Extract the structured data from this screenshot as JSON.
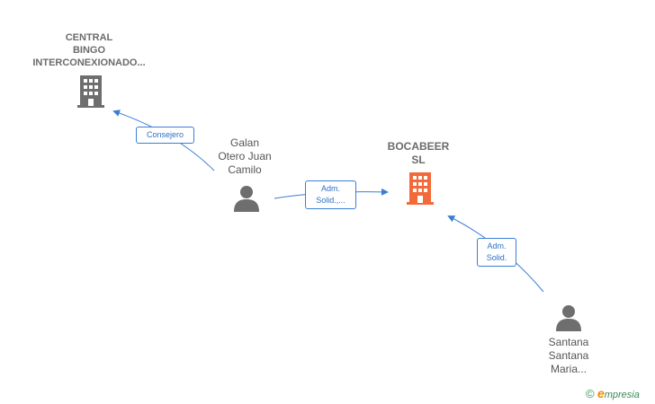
{
  "companies": [
    {
      "id": "central",
      "lines": [
        "CENTRAL",
        "BINGO",
        "INTERCONEXIONADO..."
      ],
      "icon": "building-icon",
      "color": "#6e6e6e"
    },
    {
      "id": "bocabeer",
      "lines": [
        "BOCABEER",
        "SL"
      ],
      "icon": "building-icon",
      "color": "#f26a3a"
    }
  ],
  "persons": [
    {
      "id": "galan",
      "lines": [
        "Galan",
        "Otero Juan",
        "Camilo"
      ],
      "icon": "person-icon",
      "color": "#6e6e6e"
    },
    {
      "id": "santana",
      "lines": [
        "Santana",
        "Santana",
        "Maria..."
      ],
      "icon": "person-icon",
      "color": "#6e6e6e"
    }
  ],
  "relations": [
    {
      "from": "galan",
      "to": "central",
      "lines": [
        "Consejero"
      ]
    },
    {
      "from": "galan",
      "to": "bocabeer",
      "lines": [
        "Adm.",
        "Solid.,..."
      ]
    },
    {
      "from": "santana",
      "to": "bocabeer",
      "lines": [
        "Adm.",
        "Solid."
      ]
    }
  ],
  "edge_color": "#3a7fd4",
  "brand": {
    "copyright": "©",
    "initial": "e",
    "rest": "mpresia"
  }
}
